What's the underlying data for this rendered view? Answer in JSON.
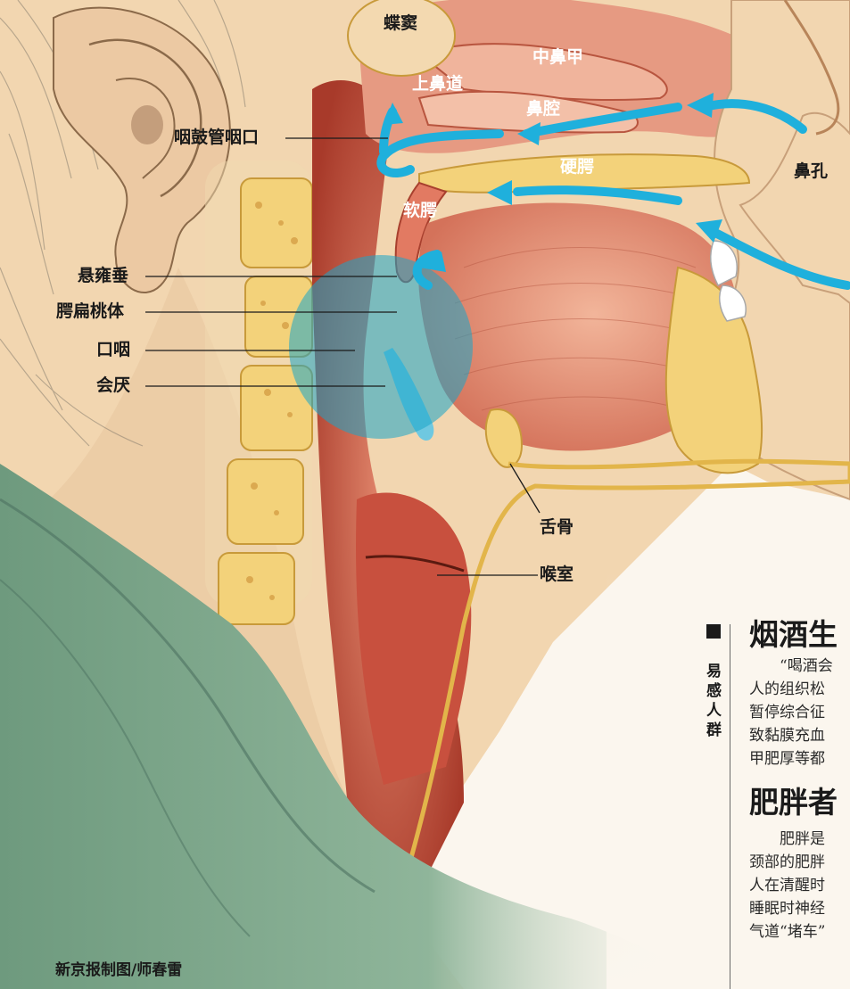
{
  "labels": {
    "sphenoid_sinus": "蝶窦",
    "middle_turbinate": "中鼻甲",
    "superior_meatus": "上鼻道",
    "nasal_cavity": "鼻腔",
    "eustachian_opening": "咽鼓管咽口",
    "hard_palate": "硬腭",
    "nostril": "鼻孔",
    "soft_palate": "软腭",
    "uvula": "悬雍垂",
    "palatine_tonsil": "腭扁桃体",
    "oropharynx": "口咽",
    "epiglottis": "会厌",
    "hyoid": "舌骨",
    "laryngeal_ventricle": "喉室"
  },
  "credit": "新京报制图/师春雷",
  "sidebar": {
    "label": "易感人群"
  },
  "article": {
    "heading1": "烟酒生",
    "para1": [
      "“喝酒会",
      "人的组织松",
      "暂停综合征",
      "致黏膜充血",
      "甲肥厚等都"
    ],
    "heading2": "肥胖者",
    "para2": [
      "肥胖是",
      "颈部的肥胖",
      "人在清醒时",
      "睡眠时神经",
      "气道“堵车”"
    ]
  },
  "colors": {
    "airflow": "#1fb0dc",
    "highlight": "#1aa6c8",
    "skin": "#f2d6b0",
    "tissue": "#c9503f",
    "bone": "#f3d27a",
    "shirt": "#7aa68a"
  }
}
